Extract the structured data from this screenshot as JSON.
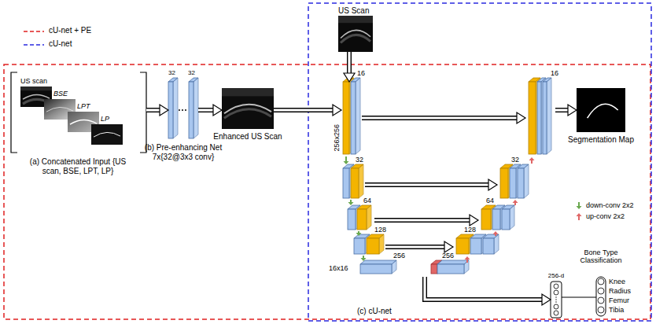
{
  "diagram": {
    "nodes": [
      {
        "text": [
          "(a) Concatenated Input {US scan, BSE, LPT, LP}"
        ]
      },
      {
        "text": [
          "US scan"
        ],
        "in": 0
      },
      {
        "text": [
          "BSE"
        ],
        "in": 0
      },
      {
        "text": [
          "LPT"
        ],
        "in": 0
      },
      {
        "text": [
          "LP"
        ],
        "in": 0
      },
      {
        "text": [
          "32",
          "32",
          "(b) Pre-enhancing Net 7x{32@3x3 conv}"
        ]
      },
      {
        "text": [
          "Enhanced US Scan"
        ]
      },
      {
        "text": [
          "US Scan"
        ]
      },
      {
        "text": [
          "(c) cU-net"
        ]
      },
      {
        "text": [
          "Segmentation Map"
        ]
      },
      {
        "text": [
          "256-d"
        ]
      },
      {
        "text": [
          "Bone Type Classification",
          "Knee",
          "Radius",
          "Femur",
          "Tibia"
        ]
      }
    ],
    "edges": [
      {
        "from": 0,
        "to": 5,
        "arrow": "to"
      },
      {
        "from": 5,
        "to": 6,
        "arrow": "to"
      },
      {
        "from": 6,
        "to": 8,
        "arrow": "to"
      },
      {
        "from": 7,
        "to": 8,
        "arrow": "to"
      },
      {
        "from": 8,
        "to": 9,
        "arrow": "to"
      },
      {
        "from": 8,
        "to": 10,
        "arrow": "to"
      },
      {
        "from": 10,
        "to": 11,
        "arrow": "none"
      }
    ],
    "labels": [
      "256x256",
      "16",
      "32",
      "64",
      "128",
      "16x16",
      "256",
      "256",
      "128",
      "64",
      "32",
      "16"
    ],
    "legend": [
      {
        "text": "cU-net + PE"
      },
      {
        "text": "cU-net"
      },
      {
        "text": "down-conv 2x2"
      },
      {
        "text": "up-conv 2x2"
      }
    ]
  }
}
